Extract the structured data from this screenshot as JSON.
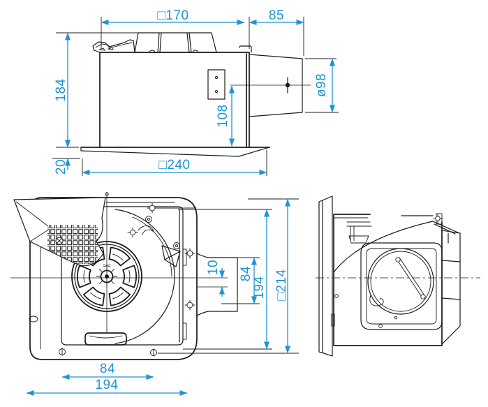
{
  "colors": {
    "dimension_accent": "#1e95d3",
    "line": "#1b1b1b",
    "background": "#ffffff"
  },
  "dims": {
    "side": {
      "body_width": "□170",
      "duct_length": "85",
      "body_height": "184",
      "duct_center_height": "108",
      "duct_diameter": "ø98",
      "grille_height": "20",
      "grille_width": "□240"
    },
    "bottom": {
      "duct_offset": "10",
      "duct_width": "84",
      "opening_height": "194",
      "body_size": "□214",
      "screw_pitch": "84",
      "overall_width": "194"
    }
  }
}
